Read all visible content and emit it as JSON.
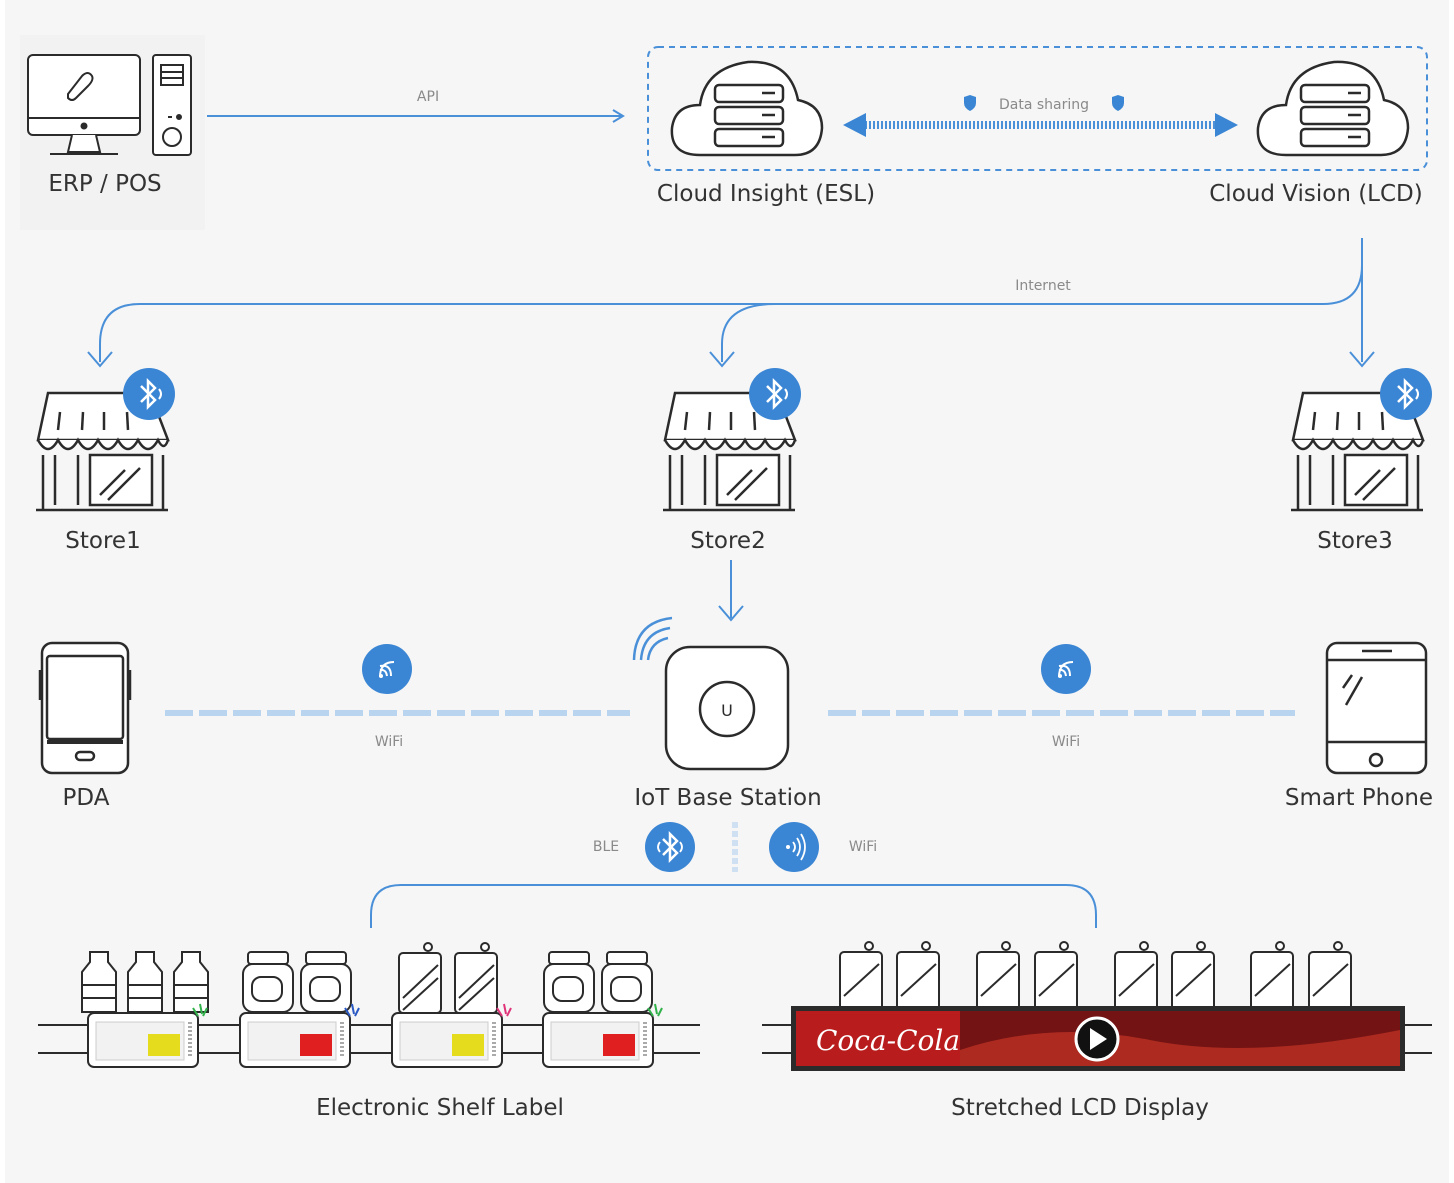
{
  "nodes": {
    "erp_pos": "ERP / POS",
    "cloud_insight": "Cloud Insight (ESL)",
    "cloud_vision": "Cloud Vision (LCD)",
    "store1": "Store1",
    "store2": "Store2",
    "store3": "Store3",
    "pda": "PDA",
    "iot_base_station": "IoT Base Station",
    "smart_phone": "Smart Phone",
    "esl": "Electronic Shelf Label",
    "lcd": "Stretched LCD Display"
  },
  "edges": {
    "api": "API",
    "data_sharing": "Data sharing",
    "internet": "Internet",
    "wifi_left": "WiFi",
    "wifi_right": "WiFi",
    "ble": "BLE",
    "wifi_bottom": "WiFi"
  },
  "device": {
    "base_station_badge": "U",
    "lcd_brand": "Coca-Cola"
  },
  "colors": {
    "accent": "#3b86d4",
    "line": "#4a90d9",
    "outline": "#2b2b2b",
    "esl_yellow": "#e6dc1e",
    "esl_red": "#e02020",
    "lcd_red": "#b81c1c"
  }
}
